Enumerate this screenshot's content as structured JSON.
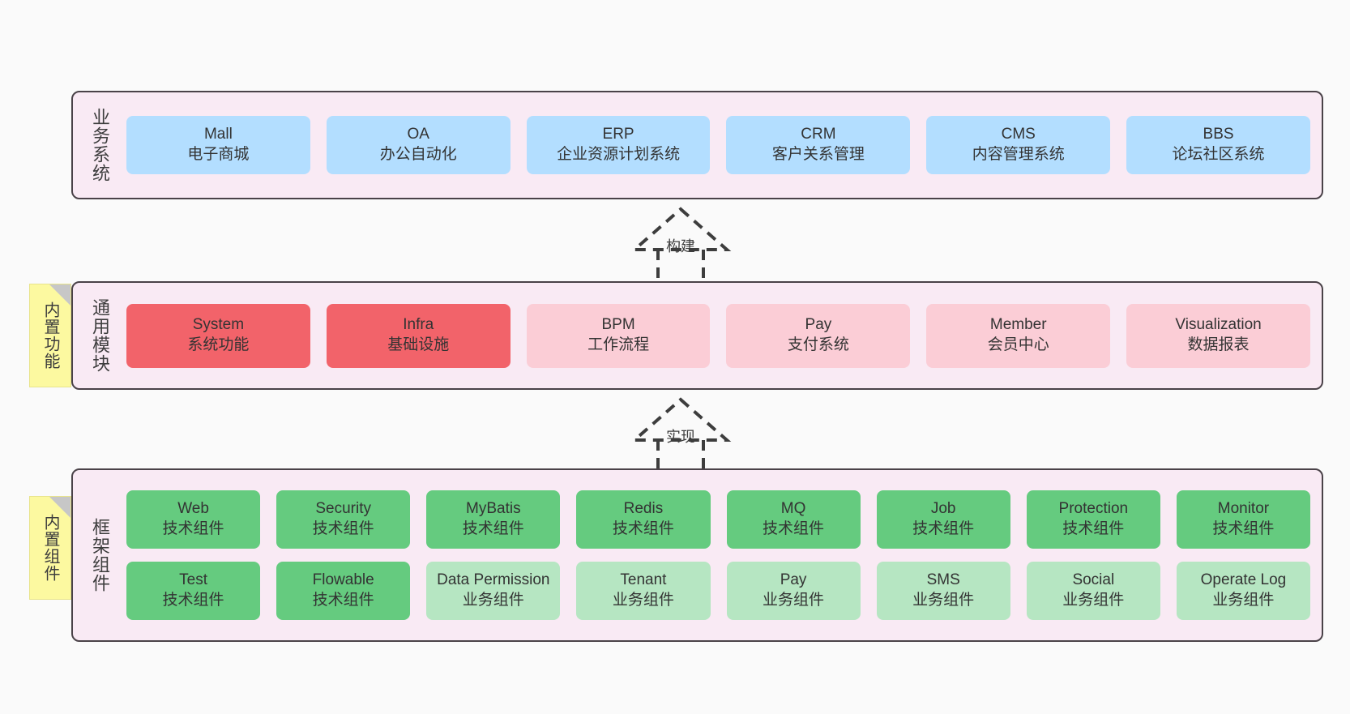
{
  "diagram": {
    "background_color": "#fafafa",
    "layer_border_color": "#4a4248",
    "layer_fill_color": "#f9eaf4"
  },
  "layers": {
    "business": {
      "title": "业务系统",
      "cards": [
        {
          "en": "Mall",
          "cn": "电子商城",
          "color": "#b3deff"
        },
        {
          "en": "OA",
          "cn": "办公自动化",
          "color": "#b3deff"
        },
        {
          "en": "ERP",
          "cn": "企业资源计划系统",
          "color": "#b3deff"
        },
        {
          "en": "CRM",
          "cn": "客户关系管理",
          "color": "#b3deff"
        },
        {
          "en": "CMS",
          "cn": "内容管理系统",
          "color": "#b3deff"
        },
        {
          "en": "BBS",
          "cn": "论坛社区系统",
          "color": "#b3deff"
        }
      ]
    },
    "modules": {
      "title": "通用模块",
      "note": "内置功能",
      "cards": [
        {
          "en": "System",
          "cn": "系统功能",
          "color": "#f2636a"
        },
        {
          "en": "Infra",
          "cn": "基础设施",
          "color": "#f2636a"
        },
        {
          "en": "BPM",
          "cn": "工作流程",
          "color": "#fbcdd6"
        },
        {
          "en": "Pay",
          "cn": "支付系统",
          "color": "#fbcdd6"
        },
        {
          "en": "Member",
          "cn": "会员中心",
          "color": "#fbcdd6"
        },
        {
          "en": "Visualization",
          "cn": "数据报表",
          "color": "#fbcdd6"
        }
      ]
    },
    "framework": {
      "title": "框架组件",
      "note": "内置组件",
      "row1": [
        {
          "en": "Web",
          "cn": "技术组件",
          "color": "#65cb7f"
        },
        {
          "en": "Security",
          "cn": "技术组件",
          "color": "#65cb7f"
        },
        {
          "en": "MyBatis",
          "cn": "技术组件",
          "color": "#65cb7f"
        },
        {
          "en": "Redis",
          "cn": "技术组件",
          "color": "#65cb7f"
        },
        {
          "en": "MQ",
          "cn": "技术组件",
          "color": "#65cb7f"
        },
        {
          "en": "Job",
          "cn": "技术组件",
          "color": "#65cb7f"
        },
        {
          "en": "Protection",
          "cn": "技术组件",
          "color": "#65cb7f"
        },
        {
          "en": "Monitor",
          "cn": "技术组件",
          "color": "#65cb7f"
        }
      ],
      "row2": [
        {
          "en": "Test",
          "cn": "技术组件",
          "color": "#65cb7f"
        },
        {
          "en": "Flowable",
          "cn": "技术组件",
          "color": "#65cb7f"
        },
        {
          "en": "Data Permission",
          "cn": "业务组件",
          "color": "#b6e6c2"
        },
        {
          "en": "Tenant",
          "cn": "业务组件",
          "color": "#b6e6c2"
        },
        {
          "en": "Pay",
          "cn": "业务组件",
          "color": "#b6e6c2"
        },
        {
          "en": "SMS",
          "cn": "业务组件",
          "color": "#b6e6c2"
        },
        {
          "en": "Social",
          "cn": "业务组件",
          "color": "#b6e6c2"
        },
        {
          "en": "Operate Log",
          "cn": "业务组件",
          "color": "#b6e6c2"
        }
      ]
    }
  },
  "connectors": [
    {
      "label": "构建",
      "direction": "up",
      "style": "dashed-hollow-triangle"
    },
    {
      "label": "实现",
      "direction": "up",
      "style": "dashed-hollow-triangle"
    }
  ]
}
